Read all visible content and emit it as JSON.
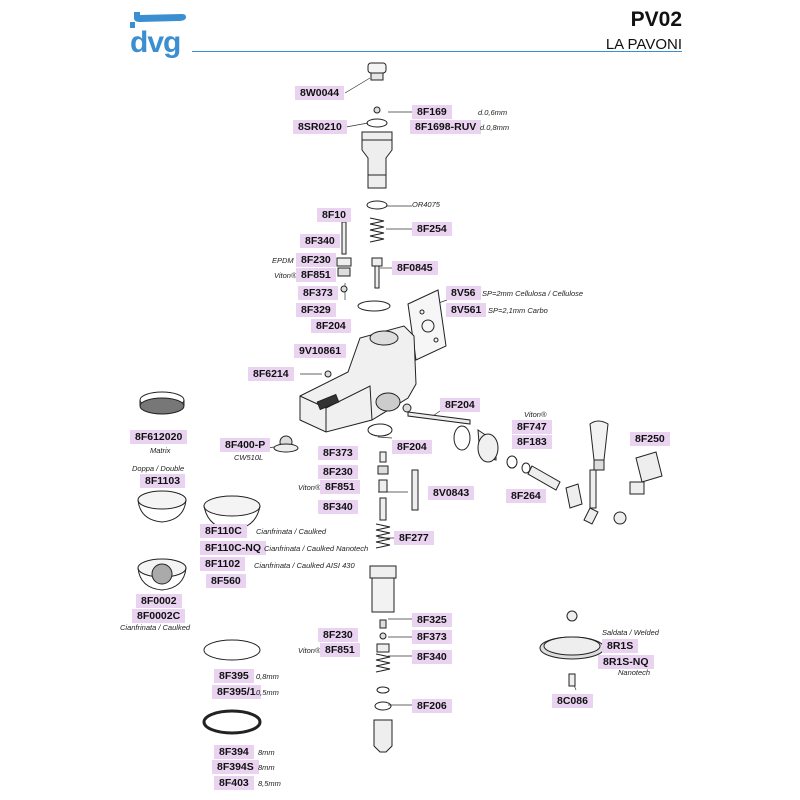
{
  "header": {
    "logo_text": "dvg",
    "model": "PV02",
    "brand": "LA PAVONI"
  },
  "parts": [
    {
      "code": "8W0044"
    },
    {
      "code": "8F169",
      "note": "d.0,6mm"
    },
    {
      "code": "8SR0210"
    },
    {
      "code": "8F1698-RUV",
      "note": "d.0,8mm"
    },
    {
      "code": "8F10"
    },
    {
      "code": "8F254"
    },
    {
      "code": "8F340"
    },
    {
      "code": "8F230",
      "prefix": "EPDM"
    },
    {
      "code": "8F851",
      "prefix": "Viton®"
    },
    {
      "code": "8F0845"
    },
    {
      "code": "8F373"
    },
    {
      "code": "8V56",
      "note": "SP=2mm Cellulosa / Cellulose"
    },
    {
      "code": "8F329"
    },
    {
      "code": "8V561",
      "note": "SP=2,1mm  Carbo"
    },
    {
      "code": "8F204"
    },
    {
      "code": "9V10861"
    },
    {
      "code": "8F6214"
    },
    {
      "code": "8F204"
    },
    {
      "code": "8F747",
      "above": "Viton®"
    },
    {
      "code": "8F183"
    },
    {
      "code": "8F612020",
      "below": "Matrix"
    },
    {
      "code": "8F400-P",
      "below": "CW510L"
    },
    {
      "code": "8F204"
    },
    {
      "code": "8F250"
    },
    {
      "code": "8F373"
    },
    {
      "code": "8F230"
    },
    {
      "code": "8F1103",
      "above": "Doppa / Double"
    },
    {
      "code": "8F851",
      "prefix": "Viton®"
    },
    {
      "code": "8V0843"
    },
    {
      "code": "8F264"
    },
    {
      "code": "8F340"
    },
    {
      "code": "8F110C",
      "note": "Cianfrinata / Caulked"
    },
    {
      "code": "8F277"
    },
    {
      "code": "8F110C-NQ",
      "note": "Cianfrinata / Caulked Nanotech"
    },
    {
      "code": "8F1102",
      "note": "Cianfrinata / Caulked AISI 430"
    },
    {
      "code": "8F560"
    },
    {
      "code": "8F0002"
    },
    {
      "code": "8F0002C",
      "below": "Cianfrinata / Caulked"
    },
    {
      "code": "8F325"
    },
    {
      "code": "8F230"
    },
    {
      "code": "8F373"
    },
    {
      "code": "8F851",
      "prefix": "Viton®"
    },
    {
      "code": "8F340"
    },
    {
      "code": "8R1S",
      "above": "Saldata / Welded"
    },
    {
      "code": "8R1S-NQ",
      "below": "Nanotech"
    },
    {
      "code": "8F395",
      "note": "0,8mm"
    },
    {
      "code": "8F395/1",
      "note": "0,5mm"
    },
    {
      "code": "8C086"
    },
    {
      "code": "8F206"
    },
    {
      "code": "8F394",
      "note": "8mm"
    },
    {
      "code": "8F394S",
      "note": "8mm"
    },
    {
      "code": "8F403",
      "note": "8,5mm"
    }
  ],
  "callouts": [
    {
      "text": "OR4075"
    }
  ],
  "colors": {
    "label_bg": "#e9d3f0",
    "logo": "#3b8fd1",
    "line": "#222222"
  }
}
